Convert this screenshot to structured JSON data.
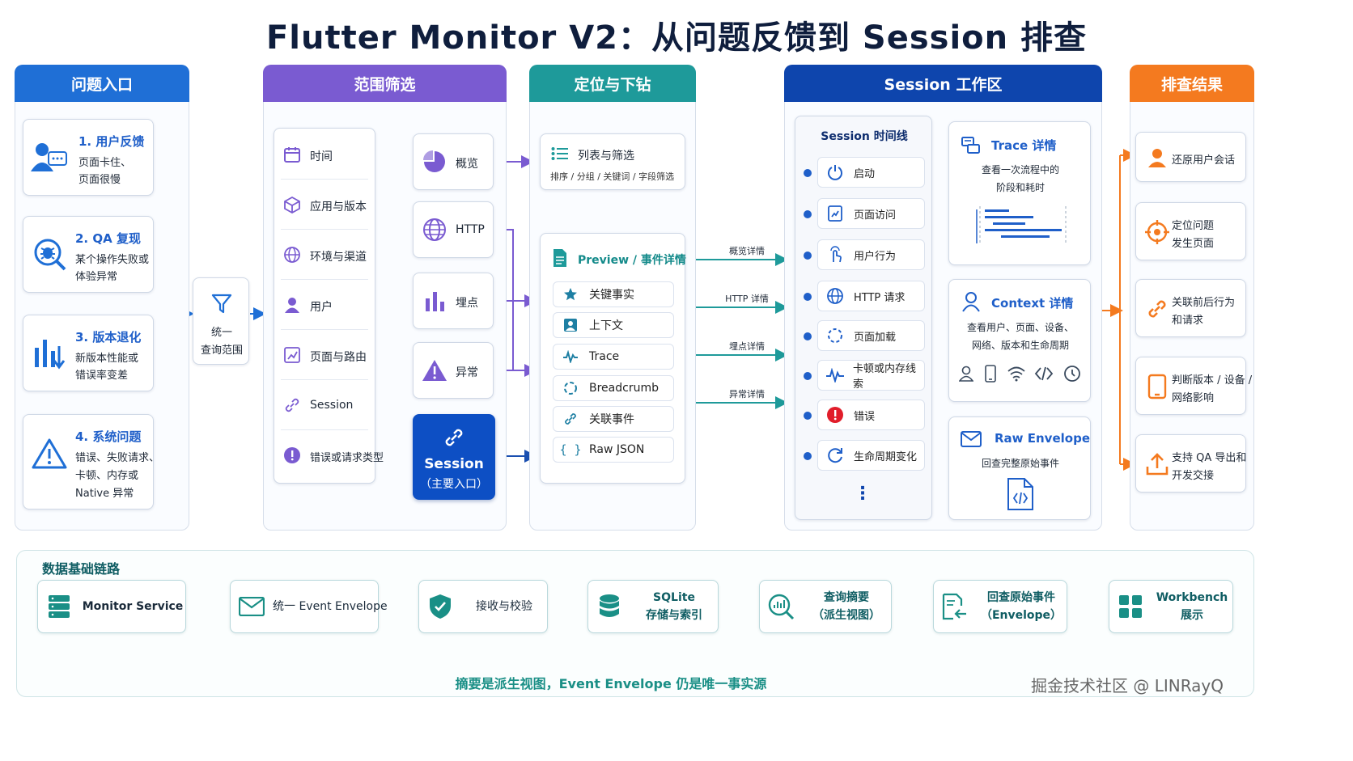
{
  "title": "Flutter Monitor V2：从问题反馈到 Session 排查",
  "colors": {
    "blue": "#1f6fd6",
    "purple": "#7a5bd1",
    "teal": "#1e9a9a",
    "navy": "#0e45ad",
    "orange": "#f47a1f"
  },
  "col1": {
    "header": "问题入口",
    "items": [
      {
        "title": "1. 用户反馈",
        "lines": [
          "页面卡住、",
          "页面很慢"
        ]
      },
      {
        "title": "2. QA 复现",
        "lines": [
          "某个操作失败或",
          "体验异常"
        ]
      },
      {
        "title": "3. 版本退化",
        "lines": [
          "新版本性能或",
          "错误率变差"
        ]
      },
      {
        "title": "4. 系统问题",
        "lines": [
          "错误、失败请求、",
          "卡顿、内存或",
          "Native 异常"
        ]
      }
    ]
  },
  "filter": {
    "line1": "统一",
    "line2": "查询范围"
  },
  "col2": {
    "header": "范围筛选",
    "items": [
      "时间",
      "应用与版本",
      "环境与渠道",
      "用户",
      "页面与路由",
      "Session",
      "错误或请求类型"
    ],
    "views": [
      "概览",
      "HTTP",
      "埋点",
      "异常"
    ],
    "session": {
      "line1": "Session",
      "line2": "（主要入口）"
    }
  },
  "col3": {
    "header": "定位与下钻",
    "list": {
      "title": "列表与筛选",
      "sub": "排序 / 分组 / 关键词 / 字段筛选"
    },
    "preview": {
      "title": "Preview / 事件详情",
      "items": [
        "关键事实",
        "上下文",
        "Trace",
        "Breadcrumb",
        "关联事件",
        "Raw JSON"
      ]
    }
  },
  "arrows": [
    "概览详情",
    "HTTP 详情",
    "埋点详情",
    "异常详情"
  ],
  "col4": {
    "header": "Session 工作区",
    "timeline": {
      "title": "Session 时间线",
      "items": [
        "启动",
        "页面访问",
        "用户行为",
        "HTTP 请求",
        "页面加载",
        "卡顿或内存线索",
        "错误",
        "生命周期变化"
      ],
      "more": "⋮"
    },
    "trace": {
      "title": "Trace 详情",
      "lines": [
        "查看一次流程中的",
        "阶段和耗时"
      ]
    },
    "context": {
      "title": "Context 详情",
      "lines": [
        "查看用户、页面、设备、",
        "网络、版本和生命周期"
      ]
    },
    "raw": {
      "title": "Raw Envelope",
      "line": "回查完整原始事件"
    }
  },
  "col5": {
    "header": "排查结果",
    "items": [
      {
        "lines": [
          "还原用户会话"
        ]
      },
      {
        "lines": [
          "定位问题",
          "发生页面"
        ]
      },
      {
        "lines": [
          "关联前后行为",
          "和请求"
        ]
      },
      {
        "lines": [
          "判断版本 / 设备 /",
          "网络影响"
        ]
      },
      {
        "lines": [
          "支持 QA 导出和",
          "开发交接"
        ]
      }
    ]
  },
  "bottom": {
    "title": "数据基础链路",
    "nodes": [
      {
        "lines": [
          "Monitor Service"
        ]
      },
      {
        "lines": [
          "统一 Event Envelope"
        ]
      },
      {
        "lines": [
          "接收与校验"
        ]
      },
      {
        "lines": [
          "SQLite",
          "存储与索引"
        ]
      },
      {
        "lines": [
          "查询摘要",
          "（派生视图）"
        ]
      },
      {
        "lines": [
          "回查原始事件",
          "（Envelope）"
        ]
      },
      {
        "lines": [
          "Workbench",
          "展示"
        ]
      }
    ],
    "footer": "摘要是派生视图，Event Envelope 仍是唯一事实源"
  },
  "watermark": "掘金技术社区 @ LINRayQ"
}
